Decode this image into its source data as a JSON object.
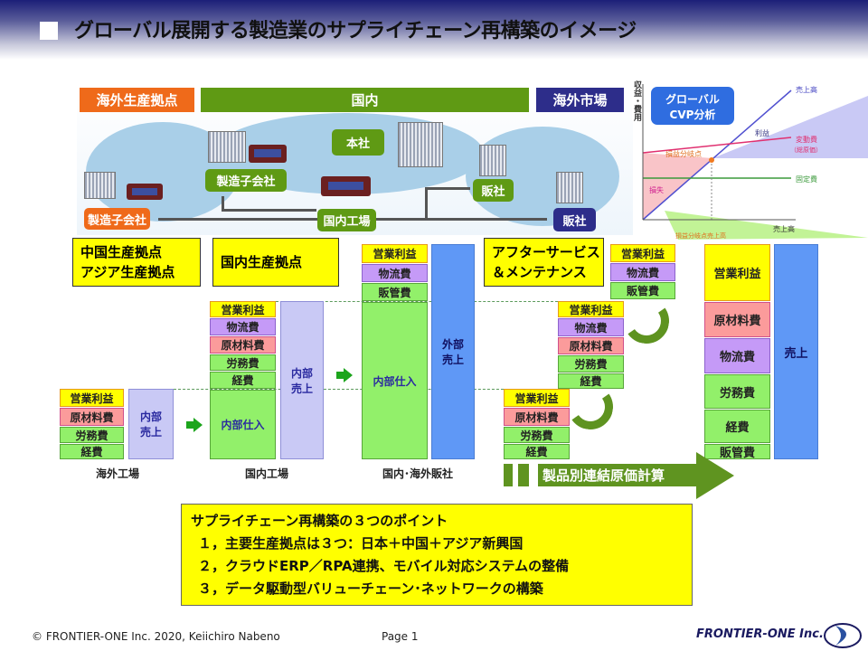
{
  "title": "グローバル展開する製造業のサプライチェーン再構築のイメージ",
  "map": {
    "header_overseas_production": "海外生産拠点",
    "header_domestic": "国内",
    "header_overseas_market": "海外市場",
    "node_hq": "本社",
    "node_mfg_sub_1": "製造子会社",
    "node_mfg_sub_2": "製造子会社",
    "node_domestic_factory": "国内工場",
    "node_sales_1": "販社",
    "node_sales_2": "販社"
  },
  "cvp": {
    "badge_line1": "グローバル",
    "badge_line2": "CVP分析",
    "y_axis": "収益・費用",
    "x_axis": "売上高",
    "sales_line": "売上高",
    "profit": "利益",
    "variable_cost": "変動費",
    "variable_cost_note": "（総原価）",
    "breakeven": "損益分岐点",
    "fixed_cost": "固定費",
    "loss": "損失",
    "breakeven_sales": "損益分岐点売上高"
  },
  "labels": {
    "china_line1": "中国生産拠点",
    "china_line2": "アジア生産拠点",
    "domestic": "国内生産拠点",
    "after_line1": "アフターサービス",
    "after_line2": "＆メンテナンス"
  },
  "blocks": {
    "profit": "営業利益",
    "material": "原材料費",
    "logistics": "物流費",
    "labor": "労務費",
    "expense": "経費",
    "sga": "販管費",
    "internal_purchase": "内部仕入",
    "internal_sales_l1": "内部",
    "internal_sales_l2": "売上",
    "external_sales_l1": "外部",
    "external_sales_l2": "売上",
    "sales": "売上"
  },
  "captions": {
    "overseas_factory": "海外工場",
    "domestic_factory": "国内工場",
    "sales_companies": "国内･海外販社"
  },
  "big_arrow": "製品別連結原価計算",
  "points": {
    "heading": "サプライチェーン再構築の３つのポイント",
    "items": [
      "１，主要生産拠点は３つ：日本＋中国＋アジア新興国",
      "２，クラウドERP／RPA連携、モバイル対応システムの整備",
      "３，データ駆動型バリューチェーン･ネットワークの構築"
    ]
  },
  "footer": {
    "copyright": "© FRONTIER-ONE Inc. 2020,  Keiichiro  Nabeno",
    "page": "Page 1",
    "logo": "FRONTIER-ONE Inc."
  }
}
